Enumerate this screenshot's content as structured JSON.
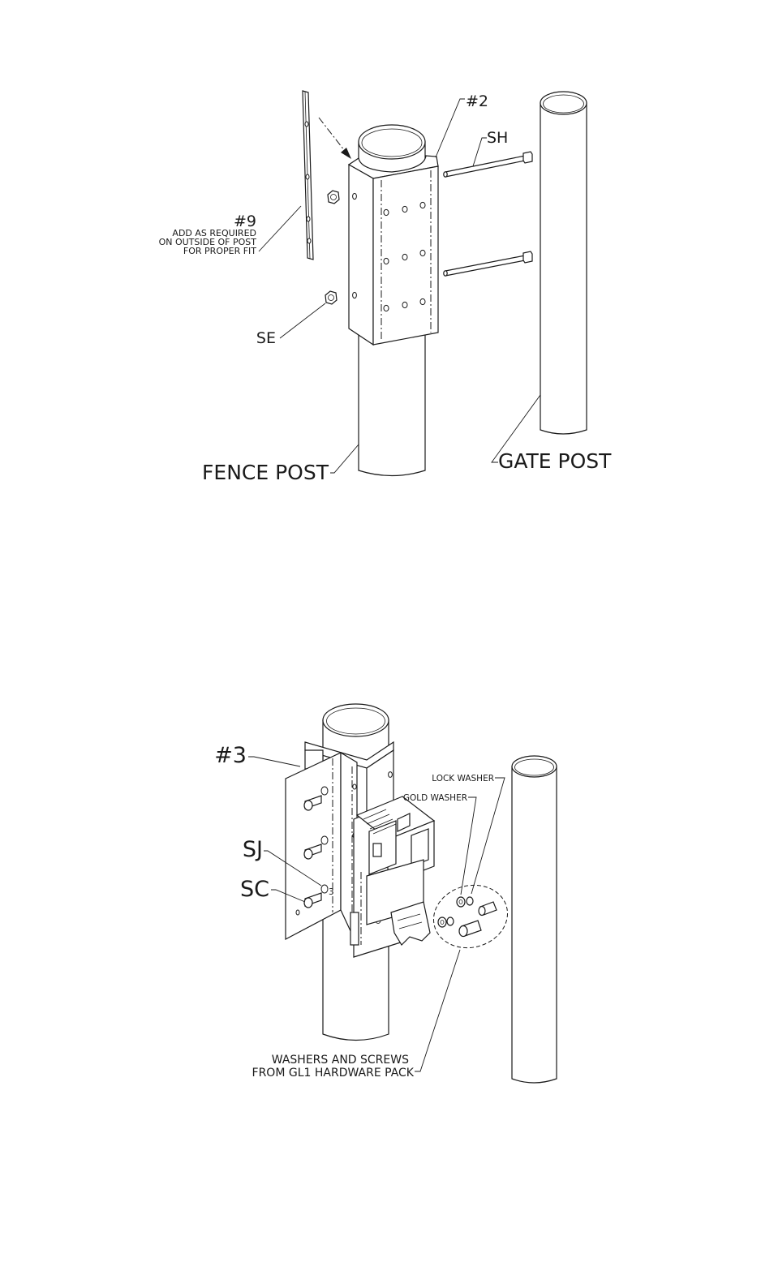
{
  "figure_top": {
    "labels": {
      "part2": "#2",
      "sh": "SH",
      "part9": "#9",
      "note9_line1": "ADD AS REQUIRED",
      "note9_line2": "ON OUTSIDE OF POST",
      "note9_line3": "FOR PROPER FIT",
      "se": "SE",
      "fence_post": "FENCE POST",
      "gate_post": "GATE POST"
    }
  },
  "figure_bottom": {
    "labels": {
      "part3": "#3",
      "sj": "SJ",
      "sc": "SC",
      "lock_washer": "LOCK WASHER",
      "gold_washer": "GOLD WASHER",
      "hardware_line1": "WASHERS AND SCREWS",
      "hardware_line2": "FROM GL1 HARDWARE PACK",
      "bracket_mark": "3"
    }
  },
  "colors": {
    "line": "#1a1a1a",
    "background": "#ffffff"
  }
}
